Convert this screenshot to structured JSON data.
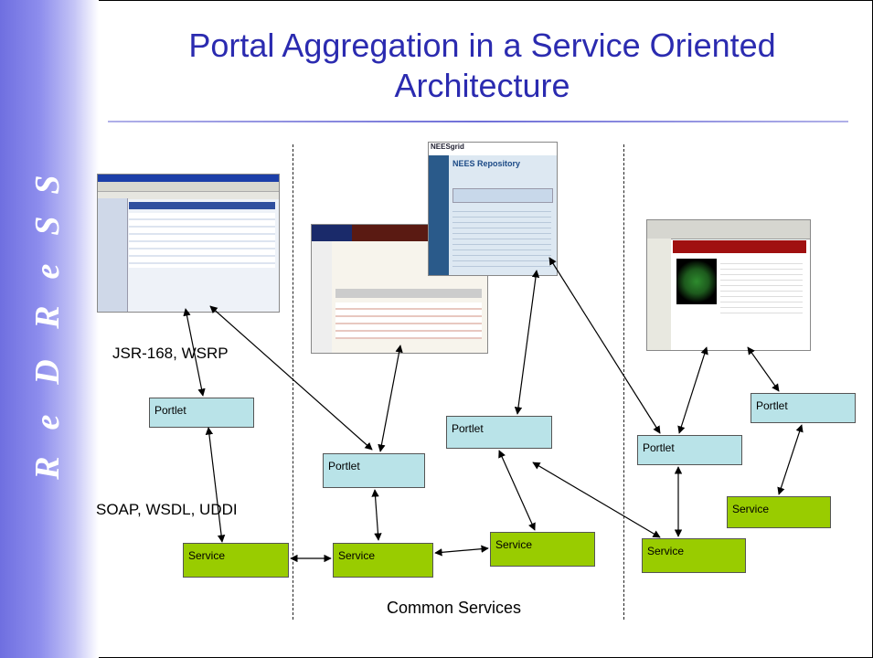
{
  "slide": {
    "title_line1": "Portal Aggregation in a Service Oriented",
    "title_line2": "Architecture",
    "brand_letters": [
      "R",
      "e",
      "D",
      "R",
      "e",
      "S",
      "S"
    ]
  },
  "labels": {
    "jsr": "JSR-168, WSRP",
    "soap": "SOAP, WSDL, UDDI",
    "common": "Common Services"
  },
  "portlets": [
    "Portlet",
    "Portlet",
    "Portlet",
    "Portlet",
    "Portlet"
  ],
  "services": [
    "Service",
    "Service",
    "Service",
    "Service",
    "Service"
  ],
  "screens": {
    "nees_title": "NEES Repository",
    "nees_logo": "NEESgrid"
  },
  "colors": {
    "portlet": "#b9e3e8",
    "service": "#99cc00",
    "title": "#2b2bb0",
    "sidebar": "#7b7be6"
  }
}
